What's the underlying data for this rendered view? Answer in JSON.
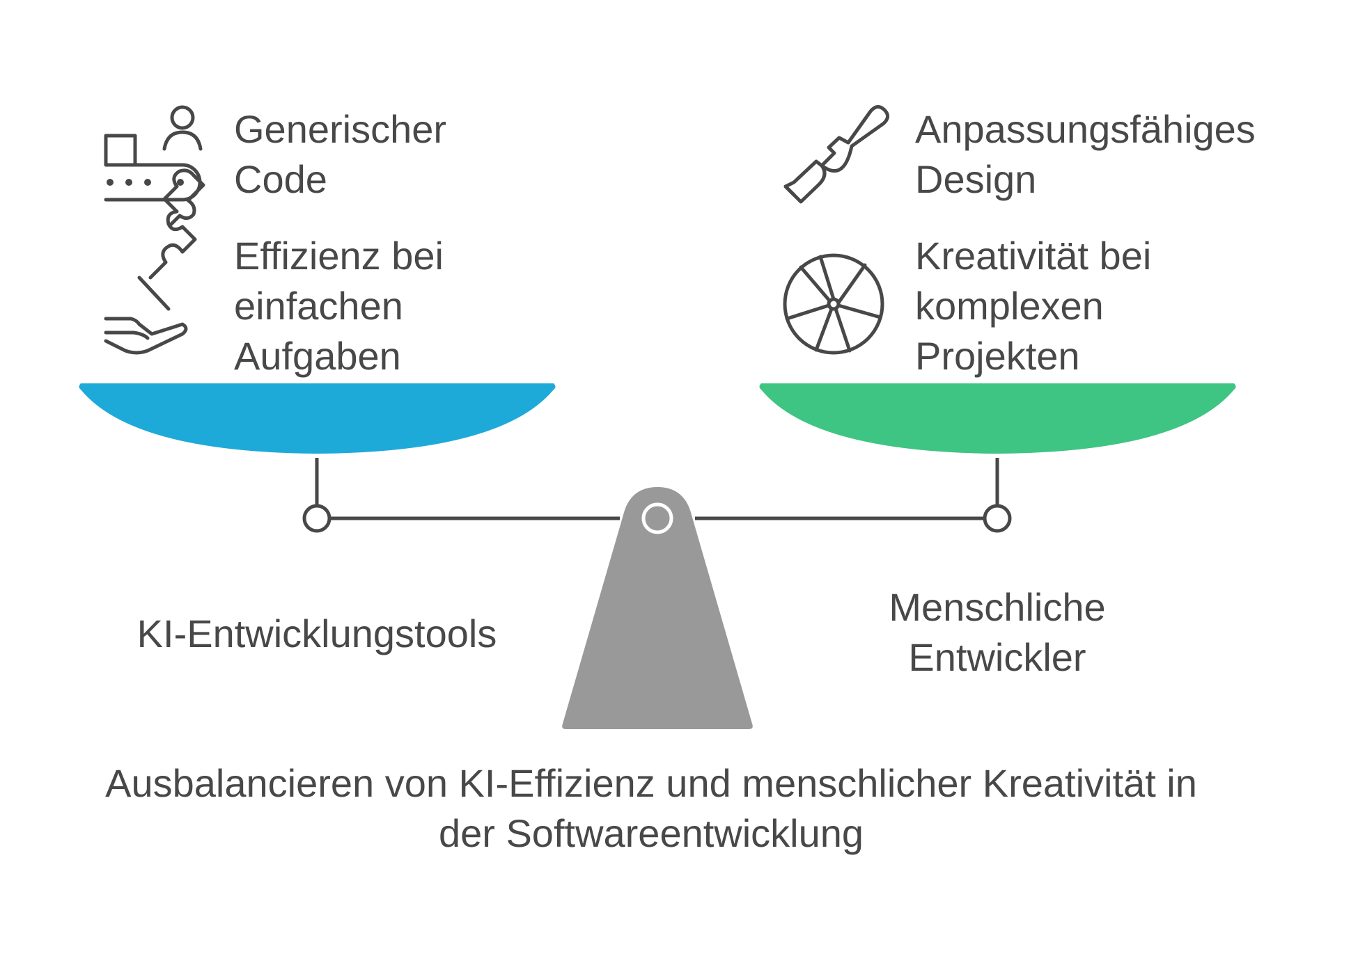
{
  "left": {
    "label": "KI-Entwicklungstools",
    "pan_color": "#1eaad9",
    "items": [
      {
        "icon": "conveyor-person-icon",
        "lines": [
          "Generischer",
          "Code"
        ]
      },
      {
        "icon": "hand-puzzle-icon",
        "lines": [
          "Effizienz bei",
          "einfachen",
          "Aufgaben"
        ]
      }
    ]
  },
  "right": {
    "label_lines": [
      "Menschliche",
      "Entwickler"
    ],
    "pan_color": "#3ec483",
    "items": [
      {
        "icon": "chisel-icon",
        "lines": [
          "Anpassungsfähiges",
          "Design"
        ]
      },
      {
        "icon": "wheel-icon",
        "lines": [
          "Kreativität bei",
          "komplexen",
          "Projekten"
        ]
      }
    ]
  },
  "fulcrum_color": "#999999",
  "caption_lines": [
    "Ausbalancieren von KI-Effizienz und menschlicher Kreativität in",
    "der Softwareentwicklung"
  ]
}
